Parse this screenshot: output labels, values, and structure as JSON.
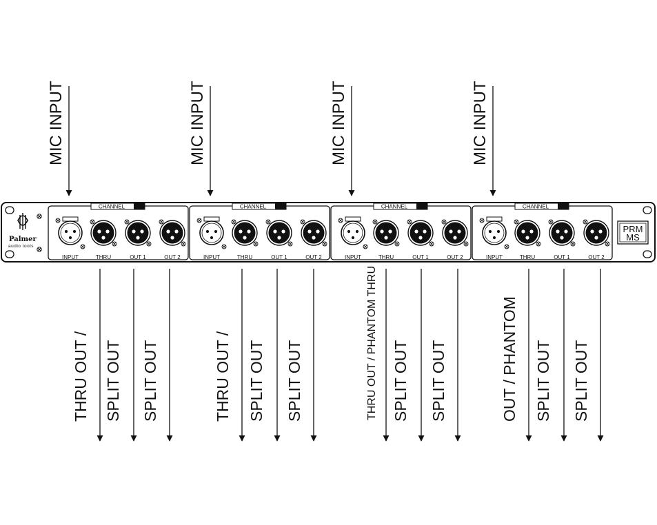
{
  "device": {
    "brand": "Palmer",
    "brand_sub": "audio tools",
    "model_line1": "PRM",
    "model_line2": "MS",
    "channel_label": "CHANNEL",
    "connector_labels": [
      "INPUT",
      "THRU",
      "OUT 1",
      "OUT 2"
    ]
  },
  "channels": [
    {
      "input": "MIC INPUT",
      "outputs": [
        "THRU OUT /",
        "SPLIT OUT",
        "SPLIT OUT"
      ]
    },
    {
      "input": "MIC INPUT",
      "outputs": [
        "THRU OUT /",
        "SPLIT OUT",
        "SPLIT OUT"
      ]
    },
    {
      "input": "MIC INPUT",
      "outputs": [
        "THRU OUT / PHANTOM THRU",
        "SPLIT OUT",
        "SPLIT OUT"
      ]
    },
    {
      "input": "MIC INPUT",
      "outputs": [
        "OUT / PHANTOM",
        "SPLIT OUT",
        "SPLIT OUT"
      ]
    }
  ]
}
